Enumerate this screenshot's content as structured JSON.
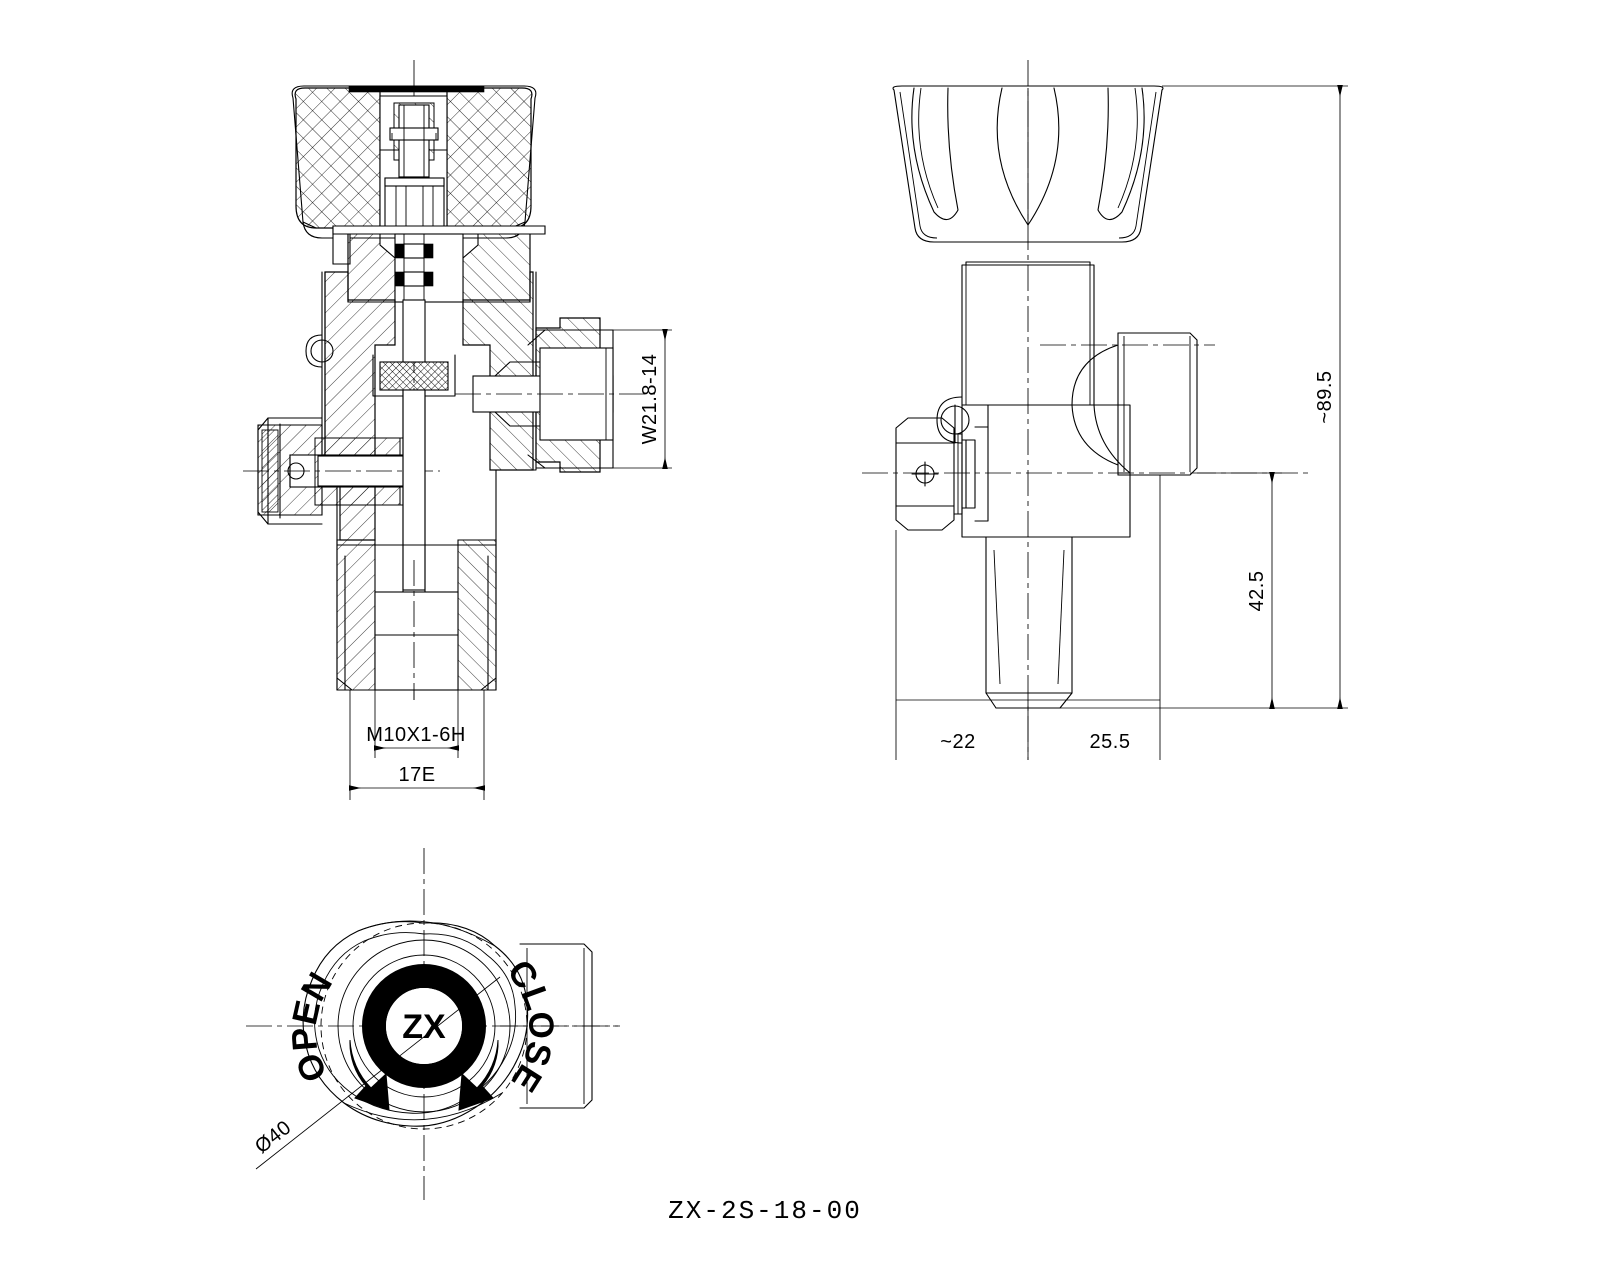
{
  "drawing": {
    "title": "ZX-2S-18-00",
    "line_color": "#000000",
    "background": "#ffffff"
  },
  "views": {
    "section": {
      "name": "sectional-front-view",
      "label": "Cross-section of cylinder valve"
    },
    "outline": {
      "name": "outline-side-view",
      "label": "External side view"
    },
    "top": {
      "name": "top-view-handwheel",
      "label": "Top view of handwheel"
    }
  },
  "dimensions": {
    "outlet_thread": "W21.8-14",
    "bottom_thread": "M10X1-6H",
    "bottom_width": "17E",
    "overall_height": "~89.5",
    "center_height": "42.5",
    "left_offset": "~22",
    "right_offset": "25.5",
    "knob_diameter": "Ø40"
  },
  "handwheel": {
    "open_label": "OPEN",
    "close_label": "CLOSE",
    "brand": "ZX",
    "open_arrow": "ccw-arrow-icon",
    "close_arrow": "cw-arrow-icon"
  },
  "icons": {
    "section_hatch": "cross-hatch-icon",
    "knurl_hatch": "knurl-hatch-icon",
    "centerline": "centerline-icon",
    "dimension_arrow": "dimension-arrow-icon"
  }
}
